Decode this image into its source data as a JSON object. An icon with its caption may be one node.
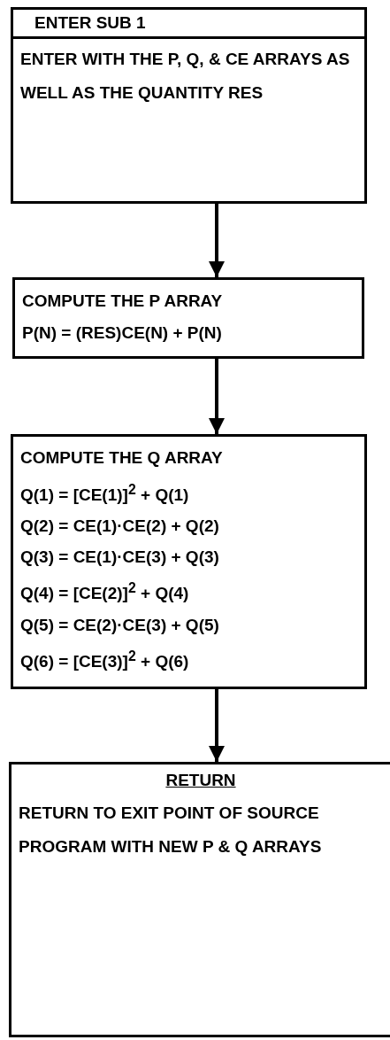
{
  "diagram": {
    "nodes": [
      {
        "text": [
          "ENTER SUB 1",
          "ENTER WITH THE P, Q, & CE ARRAYS AS WELL AS THE QUANTITY RES"
        ]
      },
      {
        "text": [
          "COMPUTE THE P ARRAY",
          "P(N) = (RES)CE(N) + P(N)"
        ]
      },
      {
        "text": [
          "COMPUTE THE Q ARRAY",
          "Q(1) = [CE(1)]$^{2}$ + Q(1)",
          "Q(2) = CE(1)·CE(2) + Q(2)",
          "Q(3) = CE(1)·CE(3) + Q(3)",
          "Q(4) = [CE(2)]$^{2}$ + Q(4)",
          "Q(5) = CE(2)·CE(3) + Q(5)",
          "Q(6) = [CE(3)]$^{2}$ + Q(6)"
        ]
      },
      {
        "text": [
          "RETURN",
          "RETURN TO EXIT POINT OF SOURCE PROGRAM WITH NEW P & Q ARRAYS"
        ]
      }
    ],
    "edges": [
      {
        "from": 0,
        "to": 1,
        "arrow": "to"
      },
      {
        "from": 1,
        "to": 2,
        "arrow": "to"
      },
      {
        "from": 2,
        "to": 3,
        "arrow": "to"
      }
    ]
  }
}
